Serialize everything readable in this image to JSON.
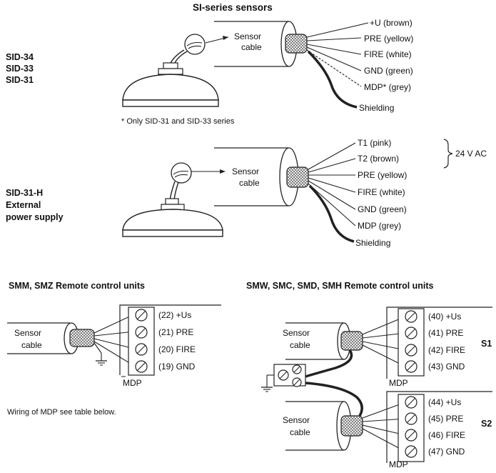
{
  "top_title": "SI-series sensors",
  "sensor1": {
    "models": [
      "SID-34",
      "SID-33",
      "SID-31"
    ],
    "cable_label": [
      "Sensor",
      "cable"
    ],
    "wires": [
      "+U (brown)",
      "PRE (yellow)",
      "FIRE (white)",
      "GND (green)",
      "MDP* (grey)",
      "Shielding"
    ],
    "footnote": "* Only SID-31 and SID-33 series"
  },
  "sensor2": {
    "models": [
      "SID-31-H",
      "External",
      "power supply"
    ],
    "cable_label": [
      "Sensor",
      "cable"
    ],
    "wires": [
      "T1 (pink)",
      "T2 (brown)",
      "PRE (yellow)",
      "FIRE (white)",
      "GND (green)",
      "MDP (grey)",
      "Shielding"
    ],
    "supply": "24 V AC"
  },
  "smm": {
    "title": "SMM, SMZ Remote control units",
    "cable_label": [
      "Sensor",
      "cable"
    ],
    "terminals": [
      "(22) +Us",
      "(21) PRE",
      "(20) FIRE",
      "(19) GND"
    ],
    "mdp": "MDP",
    "note": "Wiring of MDP see table below."
  },
  "smw": {
    "title": "SMW, SMC, SMD, SMH Remote control units",
    "cable_label": [
      "Sensor",
      "cable"
    ],
    "s1_terminals": [
      "(40) +Us",
      "(41) PRE",
      "(42) FIRE",
      "(43) GND"
    ],
    "s2_terminals": [
      "(44) +Us",
      "(45) PRE",
      "(46) FIRE",
      "(47) GND"
    ],
    "mdp": "MDP",
    "s1": "S1",
    "s2": "S2"
  }
}
